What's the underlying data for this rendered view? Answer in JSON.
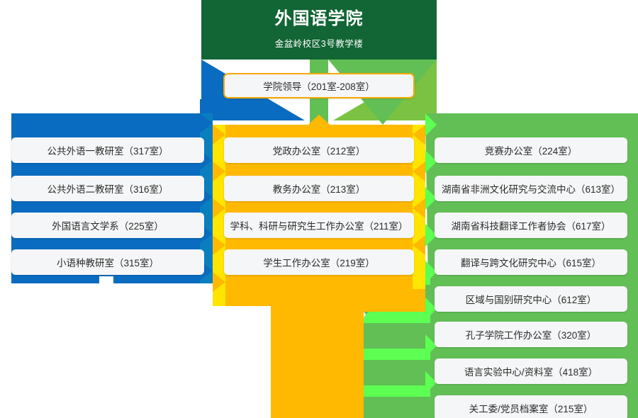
{
  "colors": {
    "header_green": "#126534",
    "panel_blue": "#0a6cc0",
    "panel_blue_dark": "#0a7fc0",
    "panel_orange": "#ffb900",
    "panel_yellow": "#ffe500",
    "panel_green": "#62bf56",
    "panel_green_bright": "#5cff52",
    "panel_green_mid": "#7cc242",
    "card_bg": "#f5f6f7",
    "card_border_accent": "#f5a800",
    "text": "#2b2b2b"
  },
  "header": {
    "title": "外国语学院",
    "subtitle": "金盆岭校区3号教学楼"
  },
  "leadership": {
    "label": "学院领导（201室-208室）"
  },
  "columns": {
    "left": {
      "name": "teaching-departments",
      "items": [
        {
          "label": "公共外语一教研室（317室）"
        },
        {
          "label": "公共外语二教研室（316室）"
        },
        {
          "label": "外国语言文学系（225室）"
        },
        {
          "label": "小语种教研室（315室）"
        }
      ]
    },
    "middle": {
      "name": "administrative-offices",
      "items": [
        {
          "label": "党政办公室（212室）"
        },
        {
          "label": "教务办公室（213室）"
        },
        {
          "label": "学科、科研与研究生工作办公室（211室）"
        },
        {
          "label": "学生工作办公室（219室）"
        }
      ]
    },
    "right": {
      "name": "centers-and-institutes",
      "items": [
        {
          "label": "竞赛办公室（224室）"
        },
        {
          "label": "湖南省非洲文化研究与交流中心（613室）"
        },
        {
          "label": "湖南省科技翻译工作者协会（617室）"
        },
        {
          "label": "翻译与跨文化研究中心（615室）"
        },
        {
          "label": "区域与国别研究中心（612室）"
        },
        {
          "label": "孔子学院工作办公室（320室）"
        },
        {
          "label": "语言实验中心/资料室（418室）"
        },
        {
          "label": "关工委/党员档案室（215室）"
        }
      ]
    }
  }
}
